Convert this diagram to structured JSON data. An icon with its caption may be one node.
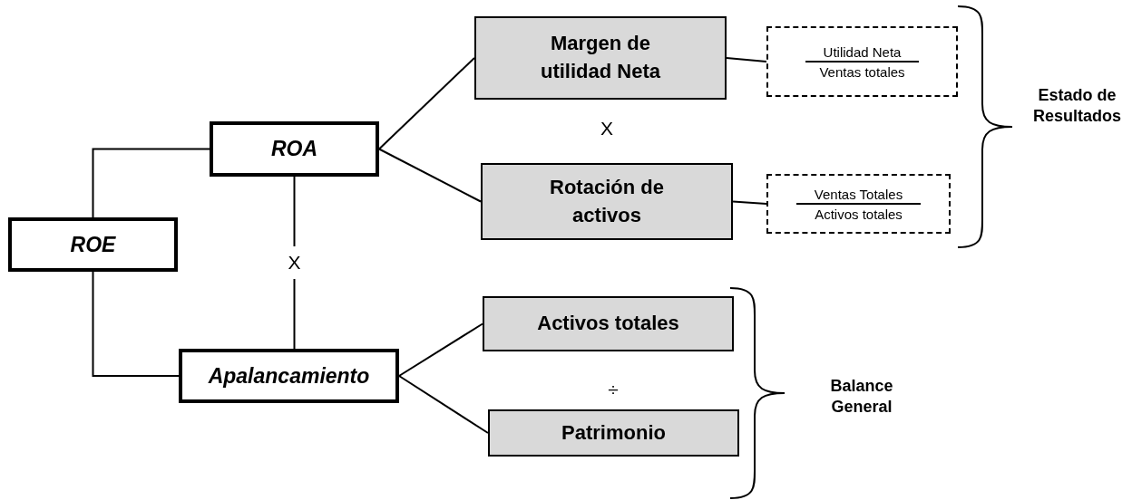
{
  "diagram": {
    "nodes": [
      {
        "text": [
          "ROE"
        ]
      },
      {
        "text": [
          "ROA"
        ]
      },
      {
        "text": [
          "Apalancamiento"
        ]
      },
      {
        "text": [
          "Margen de utilidad Neta"
        ]
      },
      {
        "text": [
          "Rotación de activos"
        ]
      },
      {
        "text": [
          "Activos totales"
        ]
      },
      {
        "text": [
          "Patrimonio"
        ]
      },
      {
        "text": [
          "Utilidad Neta",
          "Ventas totales"
        ]
      },
      {
        "text": [
          "Ventas Totales",
          "Activos totales"
        ]
      }
    ],
    "edges": [
      {
        "from": 0,
        "to": 1,
        "arrow": "none"
      },
      {
        "from": 0,
        "to": 2,
        "arrow": "none"
      },
      {
        "from": 1,
        "to": 2,
        "arrow": "none",
        "label": "X"
      },
      {
        "from": 1,
        "to": 3,
        "arrow": "none"
      },
      {
        "from": 1,
        "to": 4,
        "arrow": "none"
      },
      {
        "from": 2,
        "to": 5,
        "arrow": "none"
      },
      {
        "from": 2,
        "to": 6,
        "arrow": "none"
      },
      {
        "from": 3,
        "to": 7,
        "arrow": "none"
      },
      {
        "from": 4,
        "to": 8,
        "arrow": "none"
      }
    ],
    "labels": [
      "X",
      "Estado de Resultados",
      "÷",
      "Balance General"
    ]
  }
}
